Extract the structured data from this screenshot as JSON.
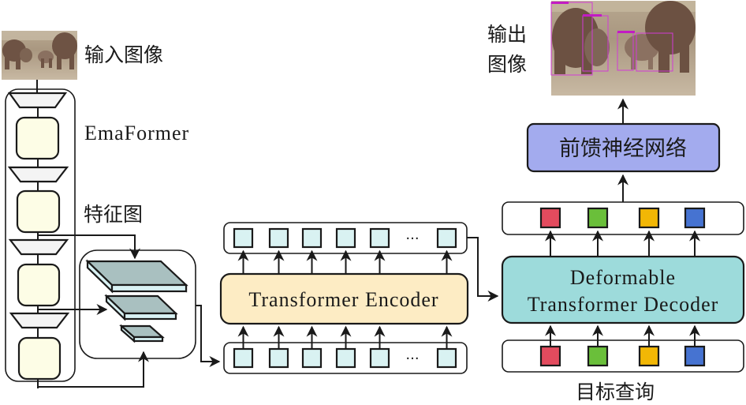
{
  "labels": {
    "input_image": "输入图像",
    "backbone": "EmaFormer",
    "feature_maps": "特征图",
    "encoder": "Transformer Encoder",
    "decoder_line1": "Deformable",
    "decoder_line2": "Transformer Decoder",
    "ffn": "前馈神经网络",
    "output_image_line1": "输出",
    "output_image_line2": "图像",
    "object_queries": "目标查询",
    "ellipsis": "···"
  },
  "backbone": {
    "stages": 4
  },
  "encoder_tokens": {
    "count_shown": 6,
    "ellipsis_after": 5
  },
  "query_colors": [
    "#e34b5e",
    "#6abf3a",
    "#f2b705",
    "#4673d1"
  ],
  "colors": {
    "backbone_block": "#fdfde6",
    "downsample": "#f4f4f4",
    "feature_map_top": "#a9c0c0",
    "feature_map_side": "#d8f1f3",
    "token": "#d9f2f2",
    "encoder": "#fdecc4",
    "decoder": "#9ddbdb",
    "ffn": "#a3abee"
  }
}
